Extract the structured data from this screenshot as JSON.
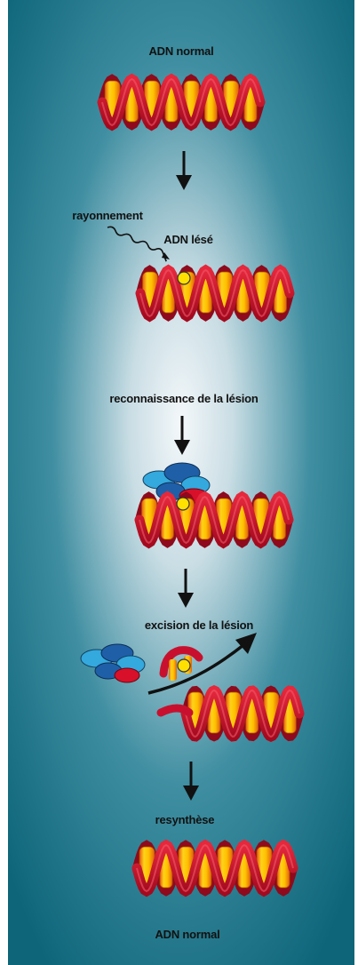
{
  "colors": {
    "background_dark": "#0e6579",
    "background_light": "#f4f8fa",
    "dna_red": "#c8102e",
    "dna_yellow": "#f2b400",
    "lesion": "#ffe000",
    "protein_blue_dark": "#1f5fa8",
    "protein_blue_light": "#33a9de",
    "protein_red": "#d8102a",
    "arrow": "#111111"
  },
  "labels": {
    "dna_normal_top": "ADN normal",
    "radiation": "rayonnement",
    "dna_damaged": "ADN lésé",
    "recognition": "reconnaissance de la lésion",
    "excision": "excision de la lésion",
    "resynthesis": "resynthèse",
    "dna_normal_bottom": "ADN normal"
  },
  "icons": {
    "dna": "dna-double-helix-icon",
    "lesion": "lesion-dot-icon",
    "repair_complex": "repair-protein-complex-icon",
    "step_arrow": "arrow-down-icon"
  }
}
